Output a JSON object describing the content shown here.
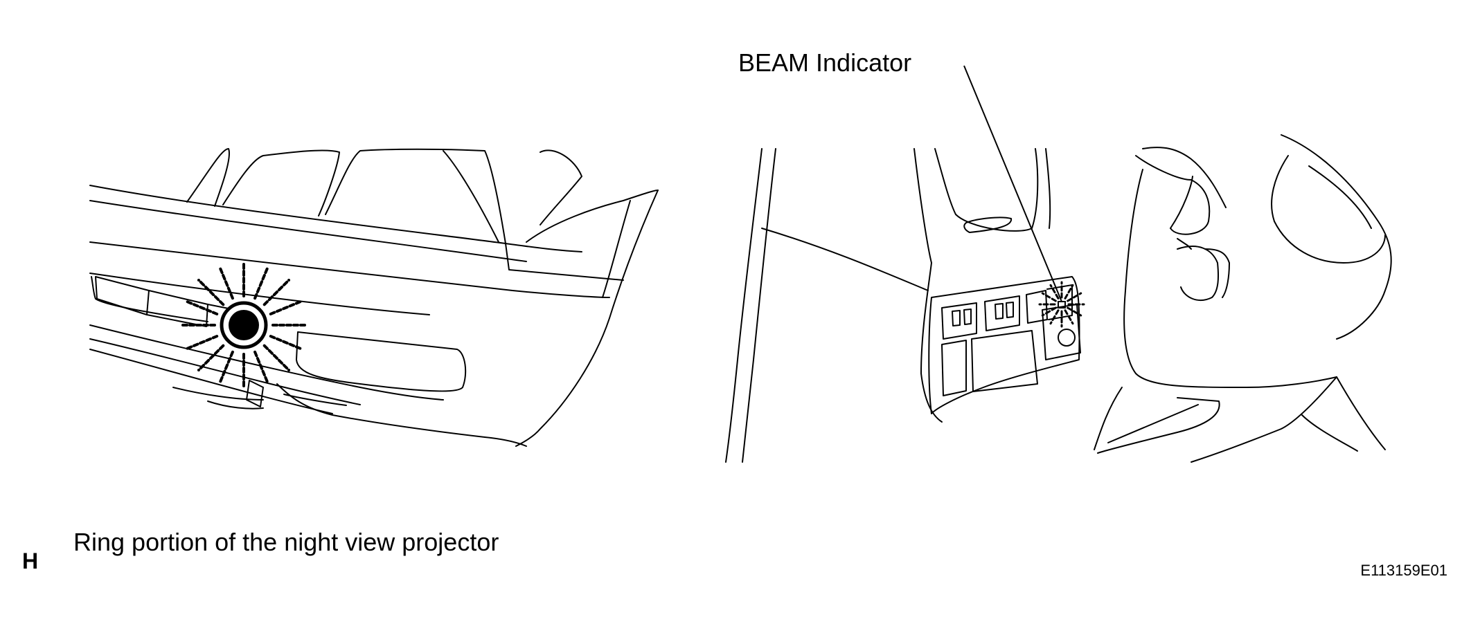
{
  "labels": {
    "beam_indicator": "BEAM Indicator",
    "ring_portion": "Ring portion of the night view projector",
    "panel_letter": "H",
    "figure_code": "E113159E01"
  },
  "icons": {
    "left_illustration": "vehicle-front-bumper-projector-illustration",
    "right_illustration": "dashboard-switch-panel-illustration",
    "left_glow": "projector-glow-icon",
    "right_glow": "indicator-glow-icon"
  },
  "colors": {
    "line": "#000000",
    "background": "#ffffff"
  }
}
